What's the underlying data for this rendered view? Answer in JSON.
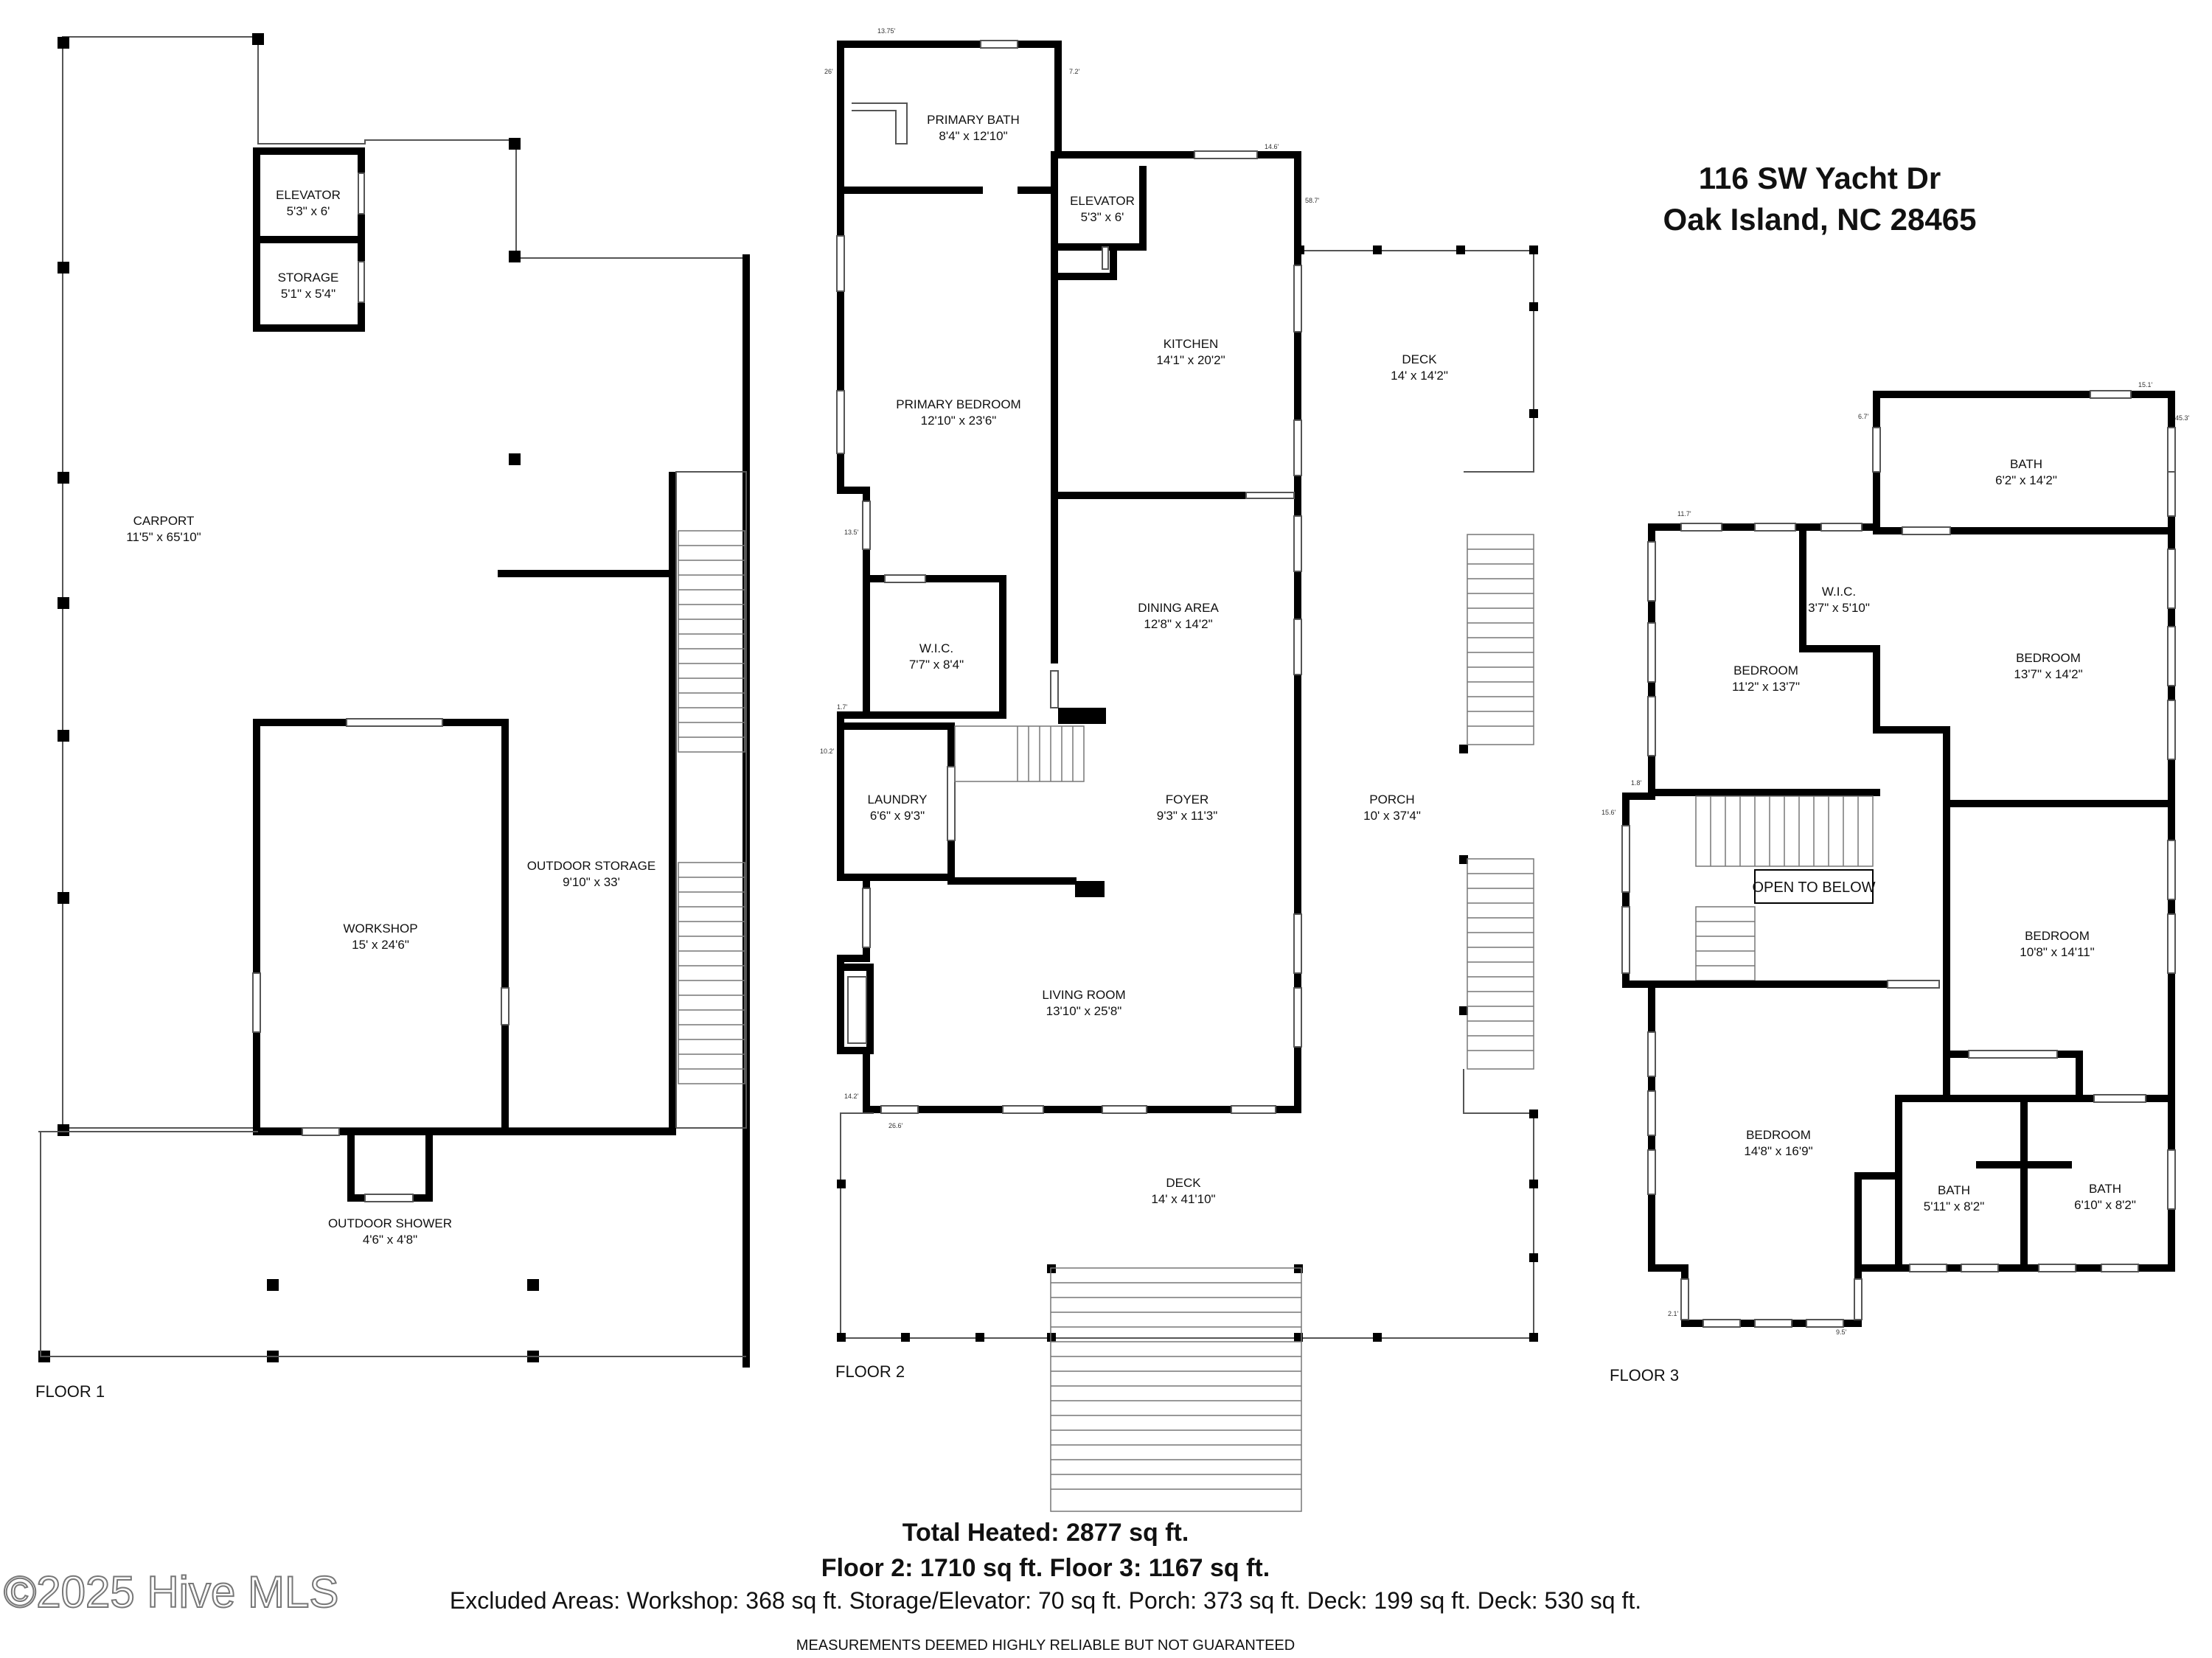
{
  "address": {
    "line1": "116 SW Yacht Dr",
    "line2": "Oak Island, NC 28465"
  },
  "floors": {
    "floor1": {
      "label": "FLOOR 1",
      "rooms": [
        {
          "name": "ELEVATOR",
          "dims": "5'3\" x 6'"
        },
        {
          "name": "STORAGE",
          "dims": "5'1\" x 5'4\""
        },
        {
          "name": "CARPORT",
          "dims": "11'5\" x 65'10\""
        },
        {
          "name": "OUTDOOR STORAGE",
          "dims": "9'10\" x 33'"
        },
        {
          "name": "WORKSHOP",
          "dims": "15' x 24'6\""
        },
        {
          "name": "OUTDOOR SHOWER",
          "dims": "4'6\" x 4'8\""
        }
      ]
    },
    "floor2": {
      "label": "FLOOR 2",
      "rooms": [
        {
          "name": "PRIMARY BATH",
          "dims": "8'4\" x 12'10\""
        },
        {
          "name": "ELEVATOR",
          "dims": "5'3\" x 6'"
        },
        {
          "name": "KITCHEN",
          "dims": "14'1\" x 20'2\""
        },
        {
          "name": "DECK",
          "dims": "14' x 14'2\""
        },
        {
          "name": "PRIMARY BEDROOM",
          "dims": "12'10\" x 23'6\""
        },
        {
          "name": "DINING AREA",
          "dims": "12'8\" x 14'2\""
        },
        {
          "name": "W.I.C.",
          "dims": "7'7\" x 8'4\""
        },
        {
          "name": "LAUNDRY",
          "dims": "6'6\" x 9'3\""
        },
        {
          "name": "FOYER",
          "dims": "9'3\" x 11'3\""
        },
        {
          "name": "PORCH",
          "dims": "10' x 37'4\""
        },
        {
          "name": "LIVING ROOM",
          "dims": "13'10\" x 25'8\""
        },
        {
          "name": "DECK",
          "dims": "14' x 41'10\""
        }
      ],
      "dim_marks": [
        "13.75'",
        "26'",
        "7.2'",
        "14.6'",
        "58.7'",
        "13.5'",
        "1.7'",
        "10.2'",
        "14.2'",
        "26.6'"
      ]
    },
    "floor3": {
      "label": "FLOOR 3",
      "open_to_below": "OPEN TO BELOW",
      "rooms": [
        {
          "name": "BATH",
          "dims": "6'2\" x 14'2\""
        },
        {
          "name": "W.I.C.",
          "dims": "3'7\" x 5'10\""
        },
        {
          "name": "BEDROOM",
          "dims": "11'2\" x 13'7\""
        },
        {
          "name": "BEDROOM",
          "dims": "13'7\" x 14'2\""
        },
        {
          "name": "BEDROOM",
          "dims": "10'8\" x 14'11\""
        },
        {
          "name": "BEDROOM",
          "dims": "14'8\" x 16'9\""
        },
        {
          "name": "BATH",
          "dims": "5'11\" x 8'2\""
        },
        {
          "name": "BATH",
          "dims": "6'10\" x 8'2\""
        }
      ],
      "dim_marks": [
        "15.1'",
        "6.7'",
        "45.3'",
        "11.7'",
        "1.8'",
        "15.6'",
        "2.1'",
        "9.5'"
      ]
    }
  },
  "summary": {
    "total": "Total Heated: 2877 sq ft.",
    "floors": "Floor 2: 1710 sq ft. Floor 3: 1167 sq ft.",
    "excluded": "Excluded Areas: Workshop: 368 sq ft. Storage/Elevator: 70 sq ft. Porch: 373 sq ft. Deck: 199 sq ft. Deck: 530 sq ft.",
    "disclaimer": "MEASUREMENTS DEEMED HIGHLY RELIABLE BUT NOT GUARANTEED"
  },
  "watermark": "©2025 Hive MLS"
}
